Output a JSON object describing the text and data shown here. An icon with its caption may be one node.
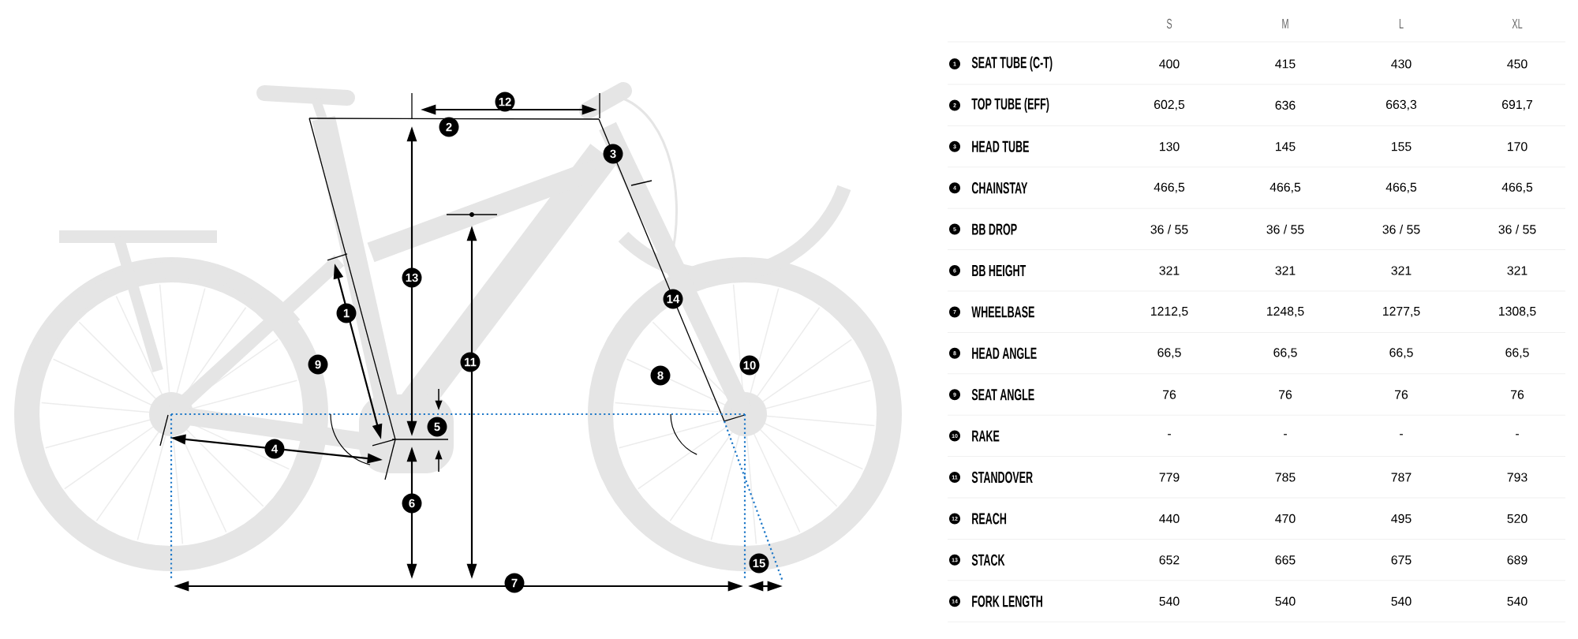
{
  "diagram": {
    "labels": [
      "12",
      "2",
      "3",
      "13",
      "14",
      "1",
      "9",
      "11",
      "8",
      "10",
      "5",
      "4",
      "6",
      "15",
      "7",
      "S",
      "M",
      "L",
      "XL",
      "1",
      "SEAT TUBE (C-T)",
      "400",
      "415",
      "430",
      "450",
      "2",
      "TOP TUBE (EFF)",
      "602,5",
      "636",
      "663,3",
      "691,7",
      "3",
      "HEAD TUBE",
      "130",
      "145",
      "155",
      "170",
      "4",
      "CHAINSTAY",
      "466,5",
      "466,5",
      "466,5",
      "466,5",
      "5",
      "BB DROP",
      "36 / 55",
      "36 / 55",
      "36 / 55",
      "36 / 55",
      "6",
      "BB HEIGHT",
      "321",
      "321",
      "321",
      "321",
      "7",
      "WHEELBASE",
      "1212,5",
      "1248,5",
      "1277,5",
      "1308,5",
      "8",
      "HEAD ANGLE",
      "66,5",
      "66,5",
      "66,5",
      "66,5",
      "9",
      "SEAT ANGLE",
      "76",
      "76",
      "76",
      "76",
      "10",
      "RAKE",
      "-",
      "-",
      "-",
      "-",
      "11",
      "STANDOVER",
      "779",
      "785",
      "787",
      "793",
      "12",
      "REACH",
      "440",
      "470",
      "495",
      "520",
      "13",
      "STACK",
      "652",
      "665",
      "675",
      "689",
      "14",
      "FORK LENGTH",
      "540",
      "540",
      "540",
      "540"
    ]
  }
}
